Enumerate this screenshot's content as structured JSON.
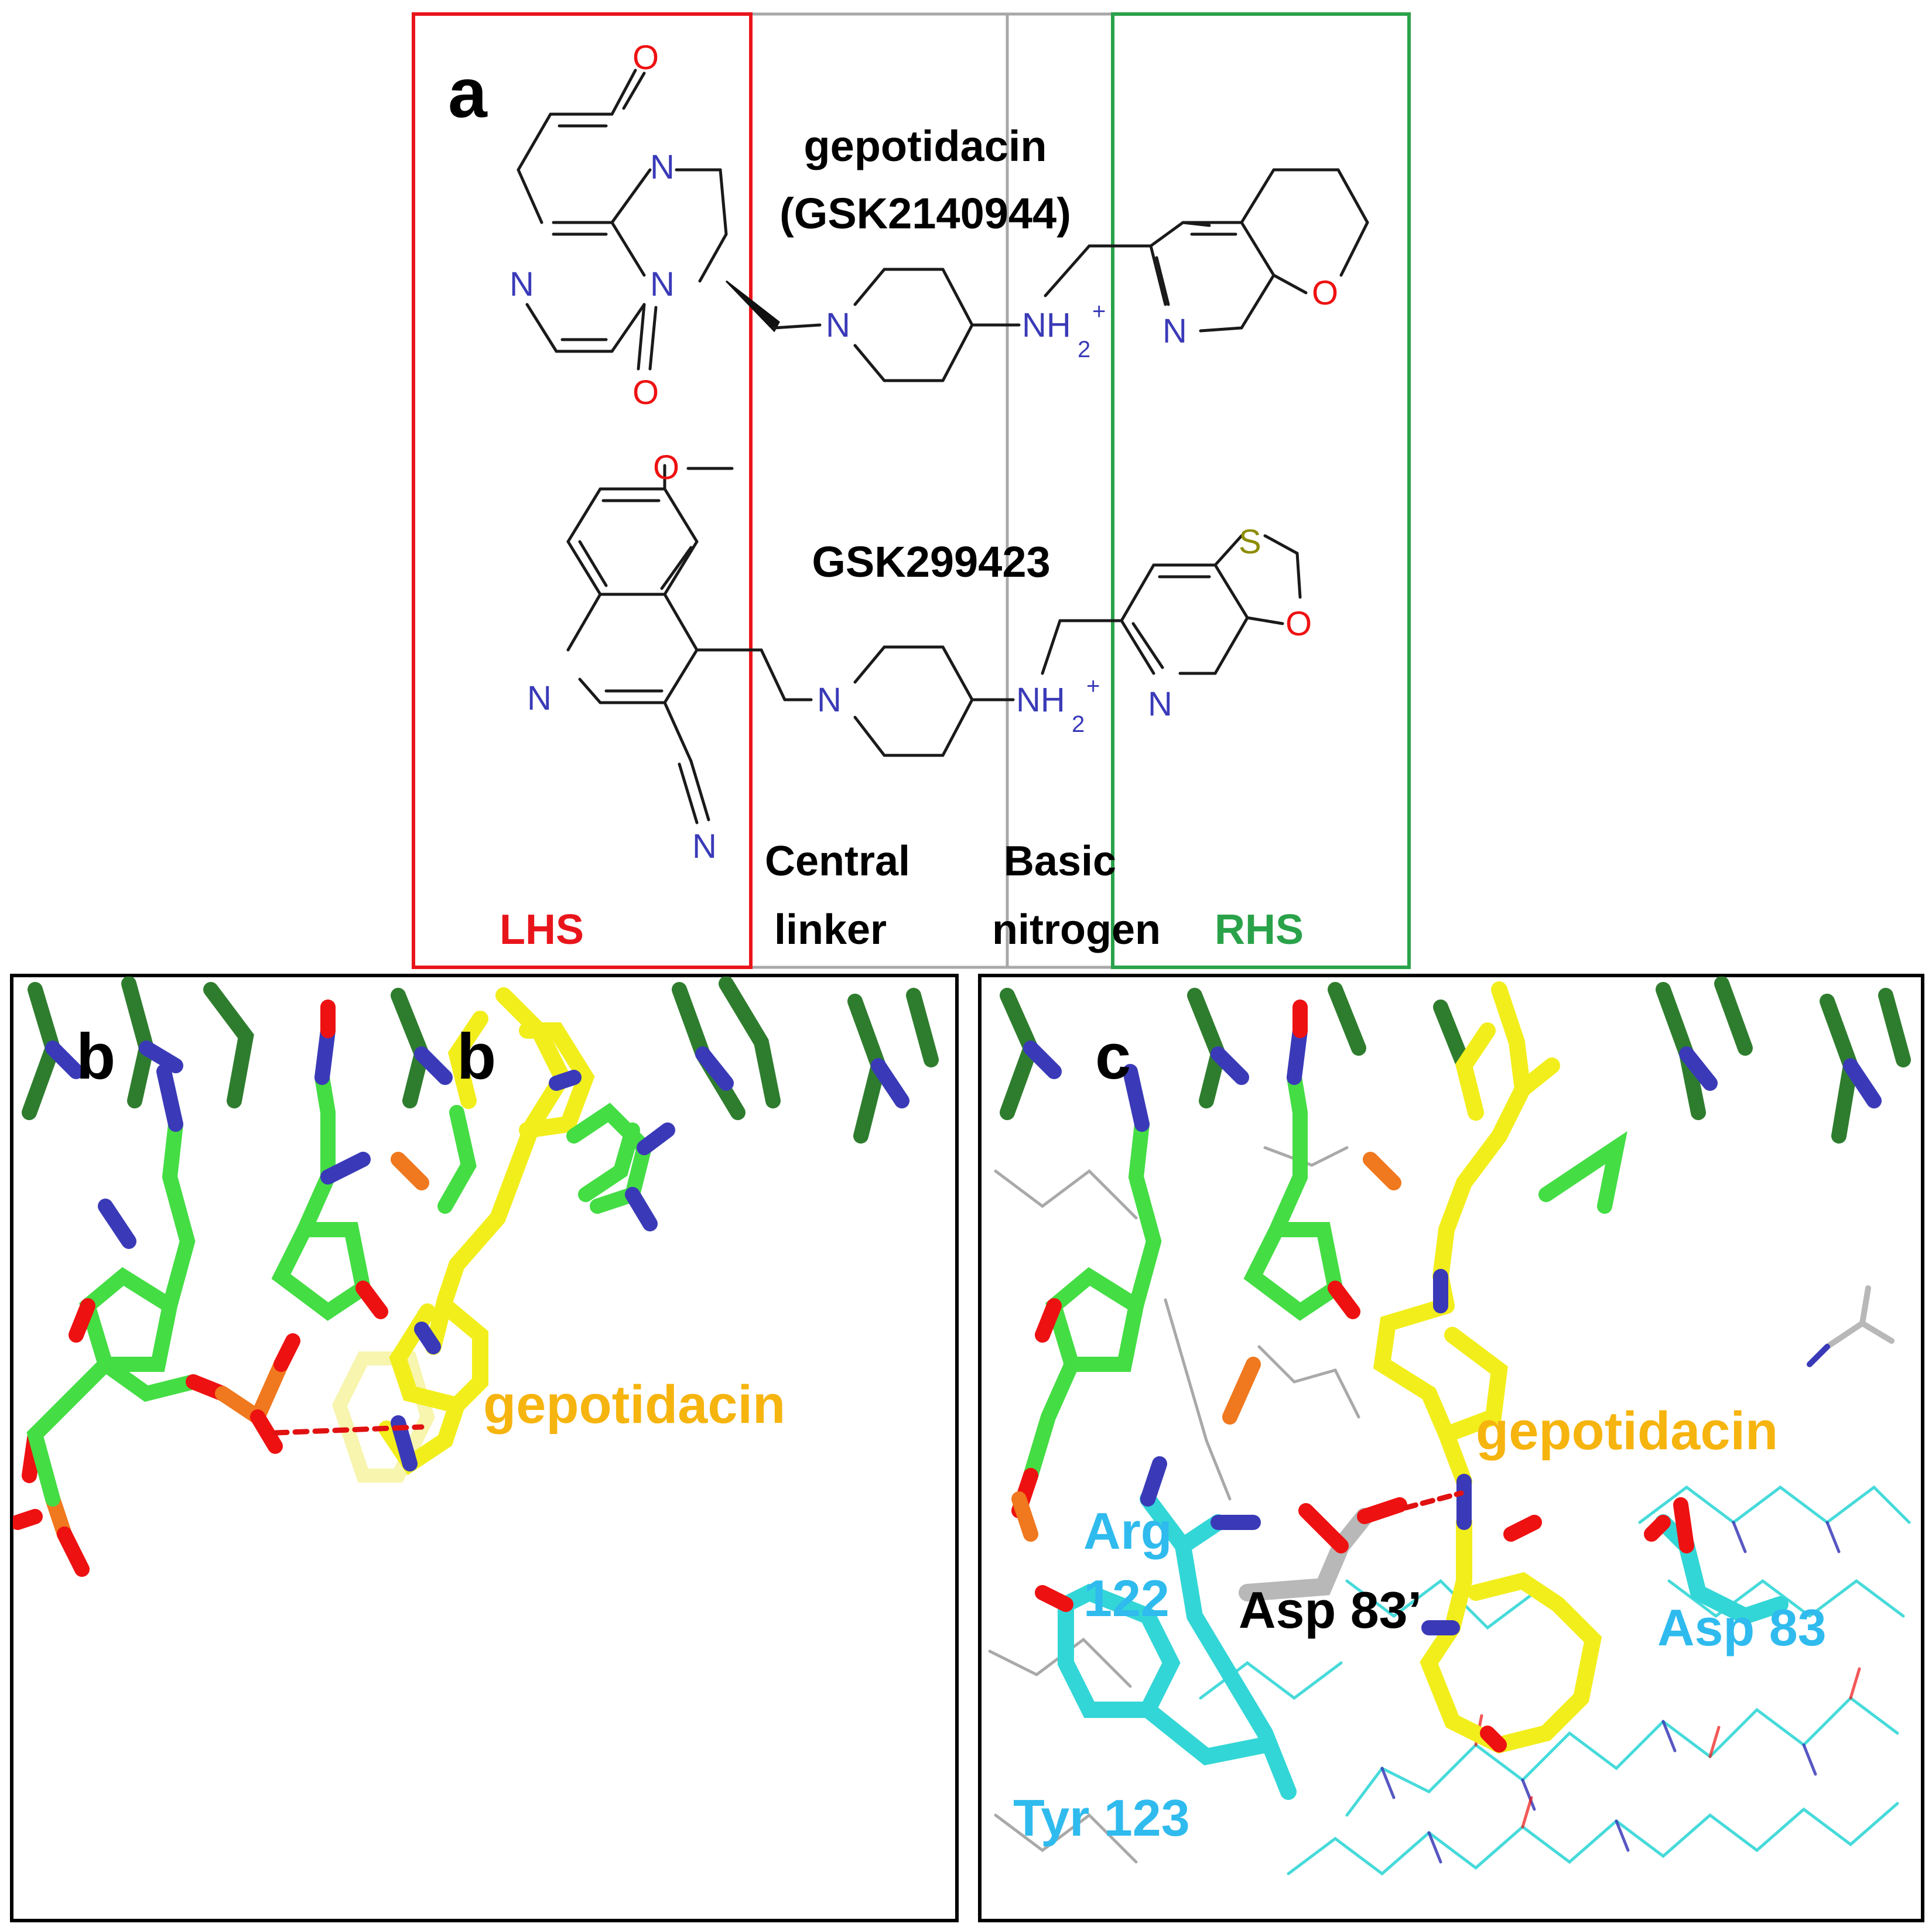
{
  "panel_a": {
    "letter": "a",
    "compound1": {
      "name": "gepotidacin",
      "code": "(GSK2140944)"
    },
    "compound2": {
      "name": "GSK299423"
    },
    "regions": {
      "lhs": "LHS",
      "central_line1": "Central",
      "central_line2": "linker",
      "basic_line1": "Basic",
      "basic_line2": "nitrogen",
      "rhs": "RHS"
    },
    "atoms": {
      "O": "O",
      "N": "N",
      "S": "S",
      "nh2": "NH",
      "sub2": "2",
      "plus": "+"
    }
  },
  "panel_b": {
    "letter": "b",
    "ligand_label": "gepotidacin",
    "stray_letter": "b"
  },
  "panel_c": {
    "letter": "c",
    "ligand_label": "gepotidacin",
    "residues": {
      "arg_line1": "Arg",
      "arg_line2": "122",
      "asp83prime": "Asp 83’",
      "asp83": "Asp 83",
      "tyr123": "Tyr 123"
    }
  },
  "colors": {
    "lhs_box": "#e8151b",
    "rhs_box": "#2aa24a",
    "divider": "#a8a8a8",
    "oxygen": "#ee1111",
    "nitrogen": "#3a3ab8",
    "sulfur": "#8c8c00",
    "ligand": "#f2ee1c",
    "ligand_label": "#f6b40e",
    "residue_label": "#2fbbee",
    "dna_green": "#2e7d2e",
    "dna_lightgreen": "#44dd44",
    "protein_cyan": "#33d6d6",
    "hbond": "#e11111"
  }
}
